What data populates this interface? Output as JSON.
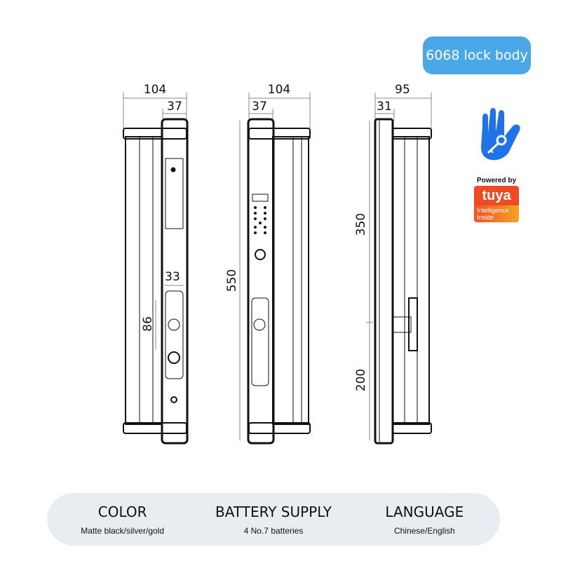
{
  "badge": "6068 lock body",
  "dimensions": {
    "front_width": "104",
    "front_body": "37",
    "front_inner": "33",
    "front_handle": "86",
    "back_width": "104",
    "back_body": "37",
    "back_height": "550",
    "side_width": "95",
    "side_body": "31",
    "side_upper": "350",
    "side_lower": "200"
  },
  "logo": {
    "powered_by": "Powered by",
    "brand": "tuya",
    "tagline_1": "Intelligence",
    "tagline_2": "Inside",
    "hand_color": "#1f72e8"
  },
  "specs": [
    {
      "title": "COLOR",
      "value": "Matte black/silver/gold"
    },
    {
      "title": "BATTERY SUPPLY",
      "value": "4 No.7 batteries"
    },
    {
      "title": "LANGUAGE",
      "value": "Chinese/English"
    }
  ]
}
